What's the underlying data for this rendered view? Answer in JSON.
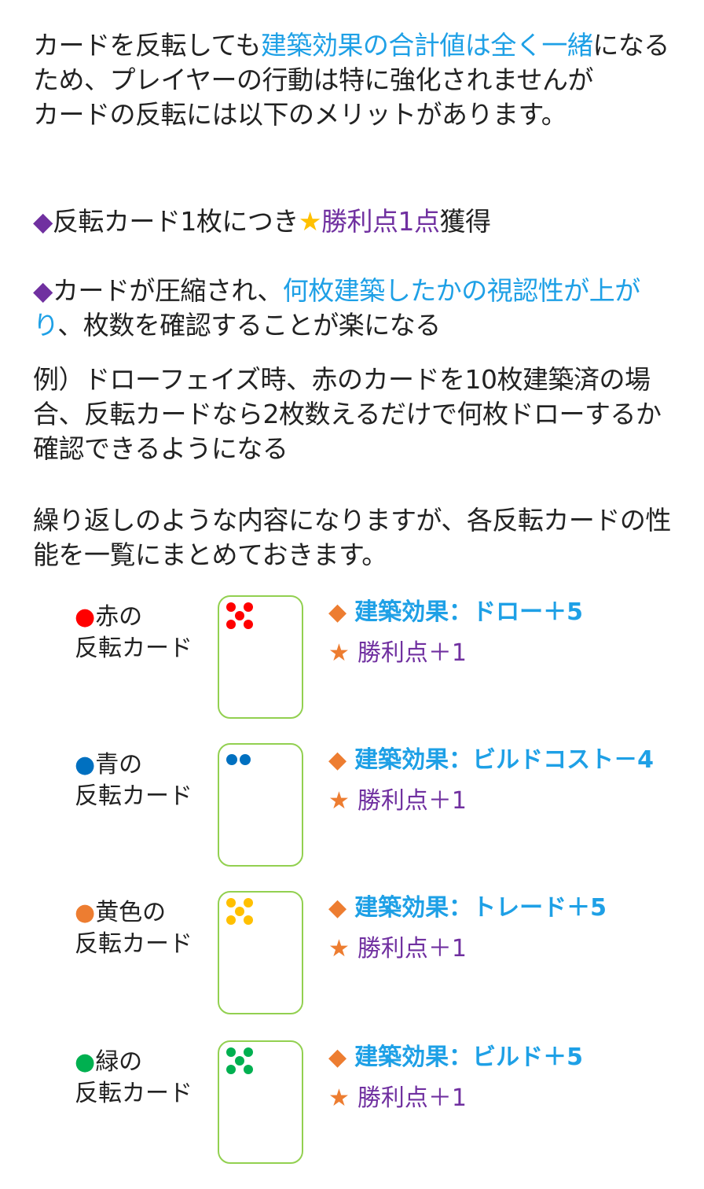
{
  "intro": {
    "s1": "カードを反転しても",
    "s2": "建築効果の合計値は全く一緒",
    "s3": "になるため、プレイヤーの行動は特に強化されませんが",
    "s4": "カードの反転には以下のメリットがあります。"
  },
  "merit1": {
    "diamond": "◆",
    "s1": "反転カード1枚につき",
    "star": "★",
    "s2": "勝利点1点",
    "s3": "獲得"
  },
  "merit2": {
    "diamond": "◆",
    "s1": "カードが圧縮され、",
    "s2": "何枚建築したかの視認性が上がり",
    "s3": "、枚数を確認することが楽になる"
  },
  "example": "例）ドローフェイズ時、赤のカードを10枚建築済の場合、反転カードなら2枚数えるだけで何枚ドローするか確認できるようになる",
  "summary": "繰り返しのような内容になりますが、各反転カードの性能を一覧にまとめておきます。",
  "colors": {
    "blue": "#1ea0e6",
    "purple": "#7030a0",
    "orange": "#ed7d31",
    "border": "#92d050"
  },
  "cards": [
    {
      "bullet": "●",
      "name": "赤の",
      "sub": "反転カード",
      "color": "#ff0000",
      "dots": 5,
      "effect": "建築効果：ドロー＋5",
      "vp": "勝利点＋1"
    },
    {
      "bullet": "●",
      "name": "青の",
      "sub": "反転カード",
      "color": "#0070c0",
      "dots": 2,
      "effect": "建築効果：ビルドコスト－4",
      "vp": "勝利点＋1"
    },
    {
      "bullet": "●",
      "name": "黄色の",
      "sub": "反転カード",
      "color": "#ffc000",
      "bulletColor": "#ed7d31",
      "dots": 5,
      "effect": "建築効果：トレード＋5",
      "vp": "勝利点＋1"
    },
    {
      "bullet": "●",
      "name": "緑の",
      "sub": "反転カード",
      "color": "#00b050",
      "dots": 5,
      "effect": "建築効果：ビルド＋5",
      "vp": "勝利点＋1"
    }
  ],
  "icons": {
    "diamond": "◆",
    "star": "★"
  }
}
